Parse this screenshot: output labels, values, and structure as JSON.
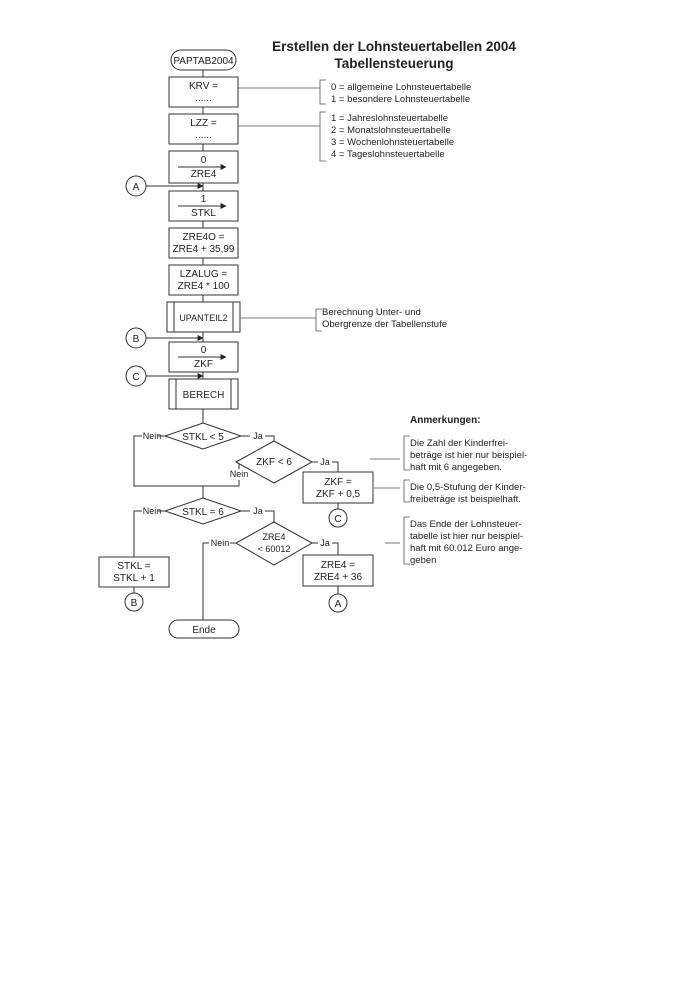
{
  "title": {
    "line1": "Erstellen der Lohnsteuertabellen 2004",
    "line2": "Tabellensteuerung"
  },
  "start": "PAPTAB2004",
  "end": "Ende",
  "connectors": {
    "a": "A",
    "b": "B",
    "c": "C"
  },
  "steps": {
    "krv": {
      "line1": "KRV =",
      "line2": "......"
    },
    "lzz": {
      "line1": "LZZ =",
      "line2": "......"
    },
    "zre4_init": {
      "line1": "0",
      "line2": "ZRE4"
    },
    "stkl_init": {
      "line1": "1",
      "line2": "STKL"
    },
    "zre4o": {
      "line1": "ZRE4O =",
      "line2": "ZRE4 + 35,99"
    },
    "lzalug": {
      "line1": "LZALUG =",
      "line2": "ZRE4 * 100"
    },
    "upanteil": "UPANTEIL2",
    "zkf_init": {
      "line1": "0",
      "line2": "ZKF"
    },
    "berech": "BERECH",
    "zkf_inc": {
      "line1": "ZKF =",
      "line2": "ZKF + 0,5"
    },
    "stkl_inc": {
      "line1": "STKL =",
      "line2": "STKL + 1"
    },
    "zre4_inc": {
      "line1": "ZRE4 =",
      "line2": "ZRE4 + 36"
    }
  },
  "decisions": {
    "stkl_lt5": {
      "label": "STKL < 5"
    },
    "zkf_lt6": {
      "label": "ZKF < 6"
    },
    "stkl_eq6": {
      "label": "STKL = 6"
    },
    "zre4_lt": {
      "line1": "ZRE4",
      "line2": "< 60012"
    }
  },
  "branch_labels": {
    "yes": "Ja",
    "no": "Nein"
  },
  "notes": {
    "krv": [
      "0 = allgemeine Lohnsteuertabelle",
      "1 = besondere Lohnsteuertabelle"
    ],
    "lzz": [
      "1 = Jahreslohnsteuertabelle",
      "2 = Monatslohnsteuertabelle",
      "3 = Wochenlohnsteuertabelle",
      "4 = Tageslohnsteuertabelle"
    ],
    "upanteil": [
      "Berechnung Unter- und",
      "Obergrenze der Tabellenstufe"
    ]
  },
  "remarks": {
    "heading": "Anmerkungen:",
    "r1": [
      "Die Zahl der Kinderfrei-",
      "beträge ist hier nur beispiel-",
      "haft mit 6 angegeben."
    ],
    "r2": [
      "Die 0,5-Stufung der Kinder-",
      "freibeträge ist beispielhaft."
    ],
    "r3": [
      "Das Ende der Lohnsteuer-",
      "tabelle ist hier nur beispiel-",
      "haft mit 60.012 Euro ange-",
      "geben"
    ]
  }
}
